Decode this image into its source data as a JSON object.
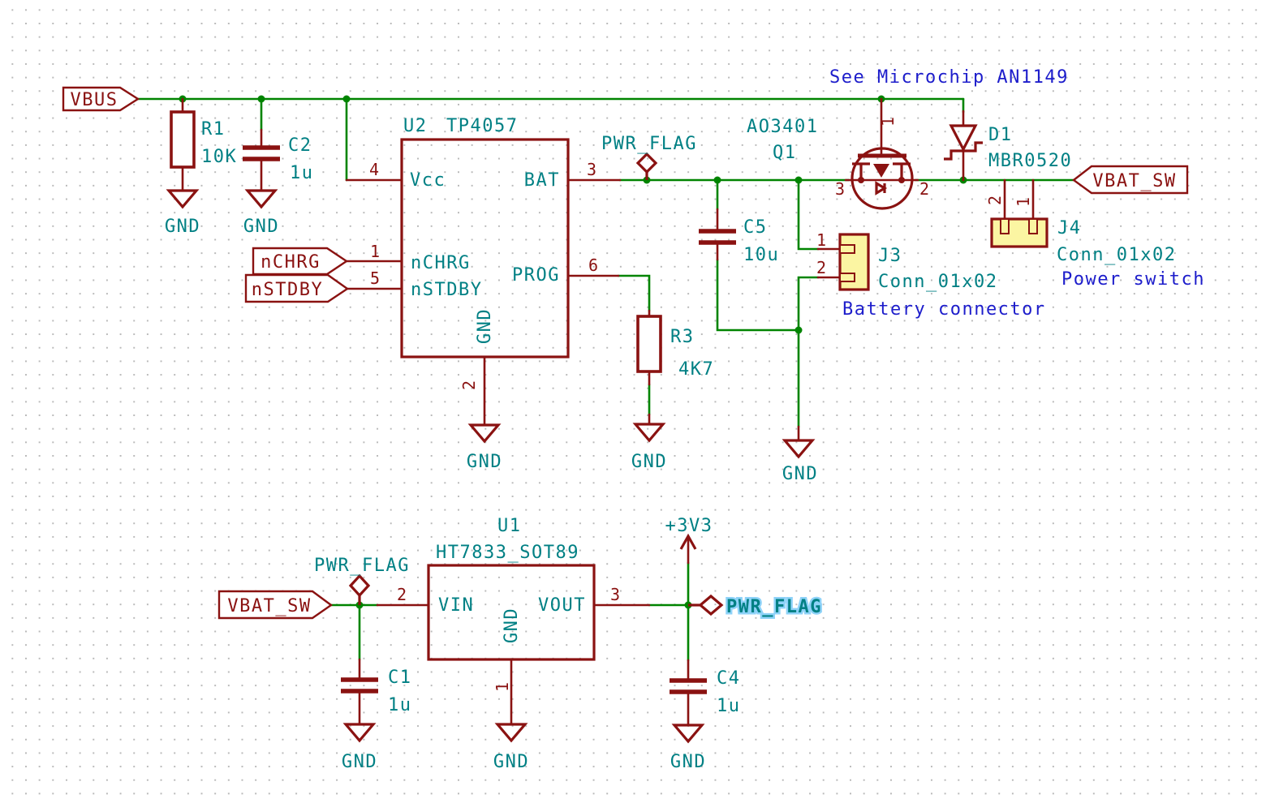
{
  "schematic": {
    "net_labels": {
      "vbus": "VBUS",
      "nchrg": "nCHRG",
      "nstdby": "nSTDBY",
      "vbat_sw": "VBAT_SW",
      "p3v3": "+3V3",
      "gnd": "GND",
      "pwr_flag": "PWR_FLAG"
    },
    "notes": {
      "an1149": "See Microchip AN1149",
      "battery_connector": "Battery connector",
      "power_switch": "Power switch"
    },
    "components": {
      "r1": {
        "ref": "R1",
        "value": "10K"
      },
      "c2": {
        "ref": "C2",
        "value": "1u"
      },
      "c1": {
        "ref": "C1",
        "value": "1u"
      },
      "c4": {
        "ref": "C4",
        "value": "1u"
      },
      "c5": {
        "ref": "C5",
        "value": "10u"
      },
      "r3": {
        "ref": "R3",
        "value": "4K7"
      },
      "d1": {
        "ref": "D1",
        "value": "MBR0520"
      },
      "q1": {
        "ref": "Q1",
        "value": "AO3401"
      },
      "j3": {
        "ref": "J3",
        "value": "Conn_01x02"
      },
      "j4": {
        "ref": "J4",
        "value": "Conn_01x02"
      },
      "u2": {
        "ref": "U2",
        "value": "TP4057",
        "pins": {
          "vcc": "Vcc",
          "bat": "BAT",
          "nchrg": "nCHRG",
          "nstdby": "nSTDBY",
          "prog": "PROG",
          "gnd": "GND"
        }
      },
      "u1": {
        "ref": "U1",
        "value": "HT7833_SOT89",
        "pins": {
          "vin": "VIN",
          "vout": "VOUT",
          "gnd": "GND"
        }
      }
    },
    "pin_numbers": {
      "n1": "1",
      "n2": "2",
      "n3": "3",
      "n4": "4",
      "n5": "5",
      "n6": "6"
    }
  }
}
